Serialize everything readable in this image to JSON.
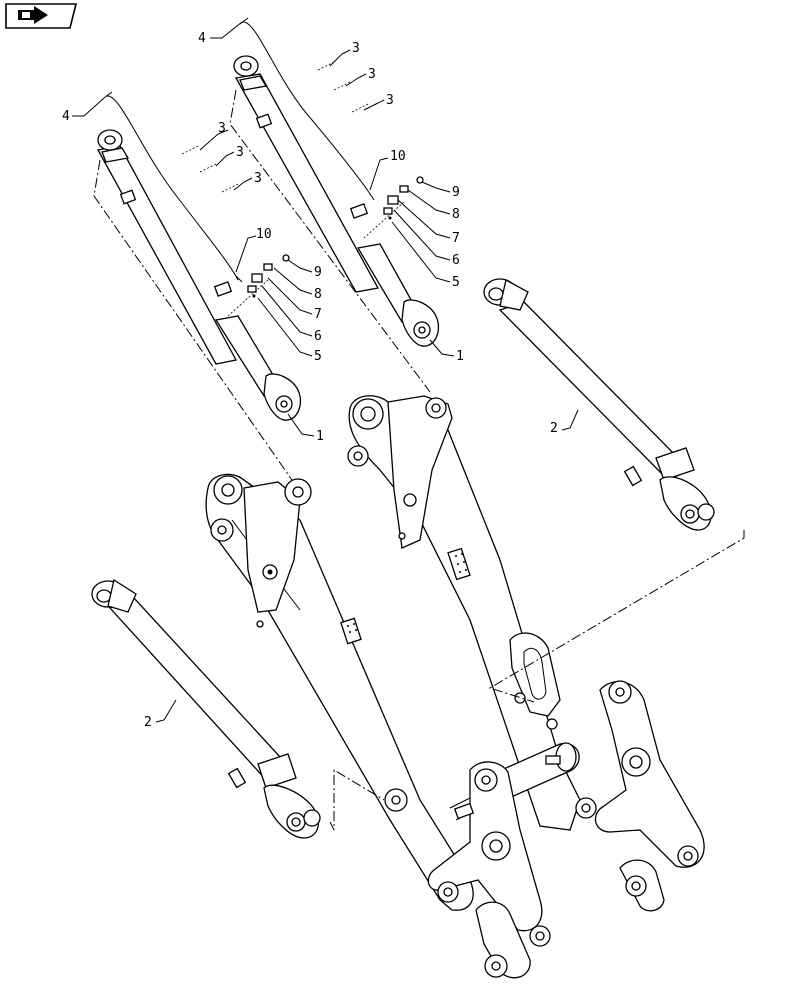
{
  "nav": {
    "icon": "next-page-arrow-icon"
  },
  "callouts": {
    "c1a": "1",
    "c1b": "1",
    "c2a": "2",
    "c2b": "2",
    "c3a": "3",
    "c3b": "3",
    "c3c": "3",
    "c3d": "3",
    "c3e": "3",
    "c3f": "3",
    "c4a": "4",
    "c4b": "4",
    "c5a": "5",
    "c5b": "5",
    "c6a": "6",
    "c6b": "6",
    "c7a": "7",
    "c7b": "7",
    "c8a": "8",
    "c8b": "8",
    "c9a": "9",
    "c9b": "9",
    "c10a": "10",
    "c10b": "10"
  }
}
